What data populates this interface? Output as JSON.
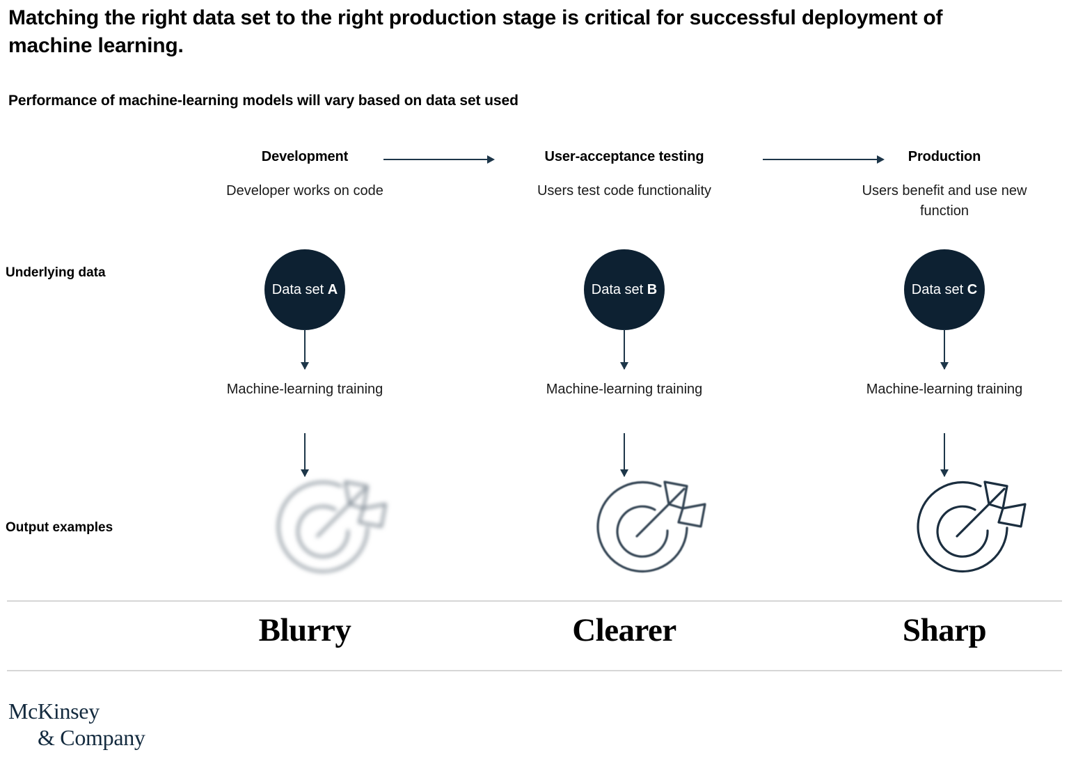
{
  "header": {
    "title": "Matching the right data set to the right production stage is critical for successful deployment of machine learning.",
    "subtitle": "Performance of machine-learning models will vary based on data set used"
  },
  "row_labels": {
    "underlying_data": "Underlying data",
    "output_examples": "Output examples"
  },
  "colors": {
    "navy": "#0d2132",
    "arrow": "#1d3649",
    "divider": "#d6d6d6",
    "logo": "#132a3e",
    "text": "#111111"
  },
  "stages": [
    {
      "name": "Development",
      "description": "Developer works on code",
      "data_set_prefix": "Data set ",
      "data_set_letter": "A",
      "ml_label": "Machine-learning training",
      "verdict": "Blurry",
      "icon": "target-arrow-icon",
      "clarity": "blurry"
    },
    {
      "name": "User-acceptance testing",
      "description": "Users test code functionality",
      "data_set_prefix": "Data set ",
      "data_set_letter": "B",
      "ml_label": "Machine-learning training",
      "verdict": "Clearer",
      "icon": "target-arrow-icon",
      "clarity": "clearer"
    },
    {
      "name": "Production",
      "description": "Users benefit and use new function",
      "data_set_prefix": "Data set ",
      "data_set_letter": "C",
      "ml_label": "Machine-learning training",
      "verdict": "Sharp",
      "icon": "target-arrow-icon",
      "clarity": "sharp"
    }
  ],
  "flow_arrows": [
    {
      "name": "arrow-development-to-uat"
    },
    {
      "name": "arrow-uat-to-production"
    }
  ],
  "logo": {
    "line1": "McKinsey",
    "line2": "& Company"
  }
}
